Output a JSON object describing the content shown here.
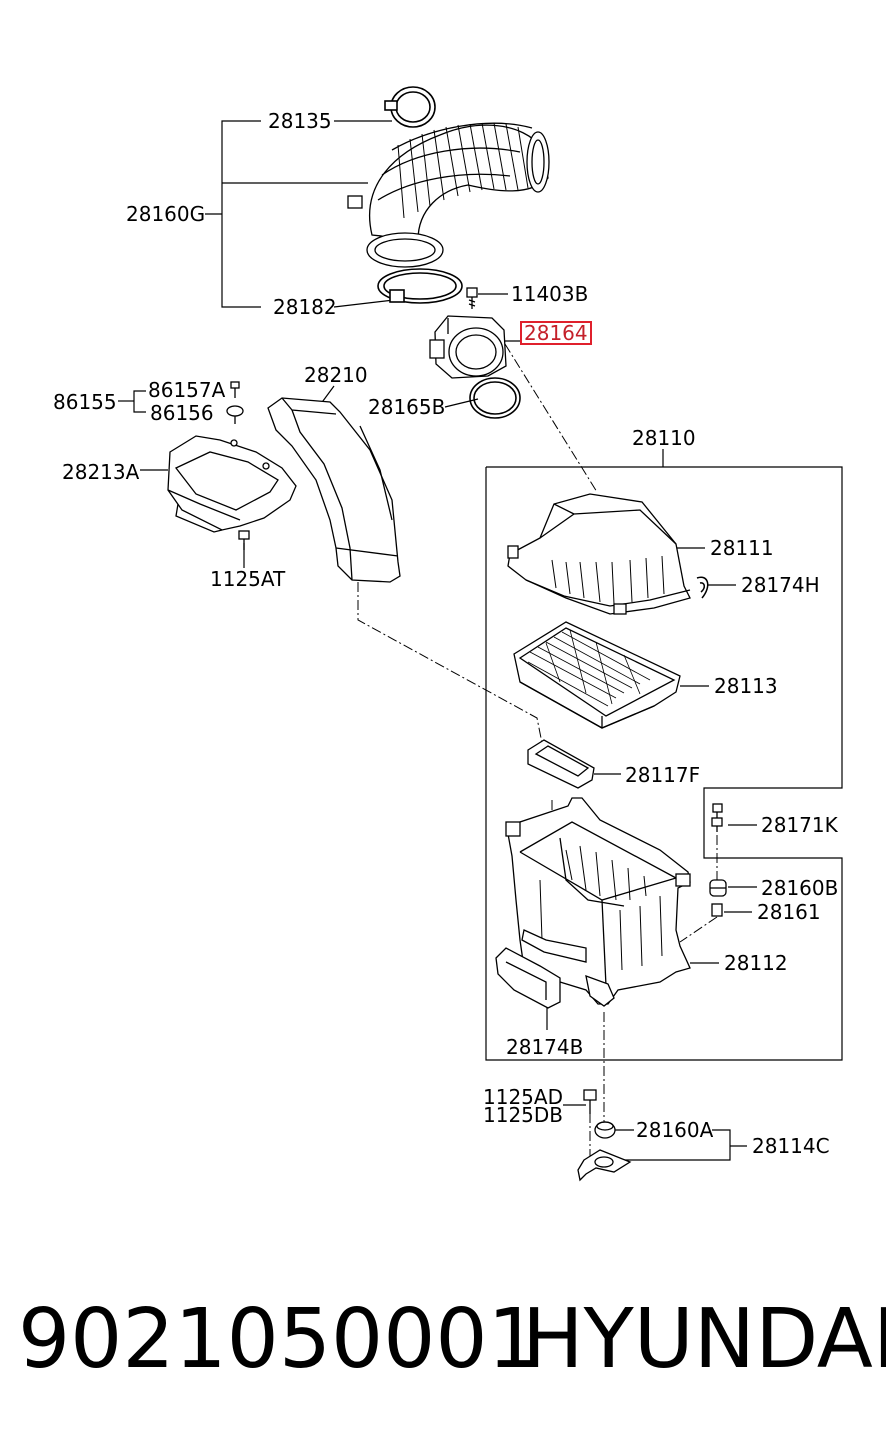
{
  "part_labels": {
    "p28135": "28135",
    "p28160G": "28160G",
    "p28182": "28182",
    "p11403B": "11403B",
    "p28164": "28164",
    "p28165B": "28165B",
    "p28210": "28210",
    "p86157A": "86157A",
    "p86155": "86155",
    "p86156": "86156",
    "p28213A": "28213A",
    "p1125AT": "1125AT",
    "p28110": "28110",
    "p28111": "28111",
    "p28174H": "28174H",
    "p28113": "28113",
    "p28117F": "28117F",
    "p28171K": "28171K",
    "p28160B": "28160B",
    "p28161": "28161",
    "p28112": "28112",
    "p28174B": "28174B",
    "p1125AD": "1125AD",
    "p1125DB": "1125DB",
    "p28160A": "28160A",
    "p28114C": "28114C"
  },
  "highlighted_part": "28164",
  "highlight_color": "#e0202c",
  "footer": {
    "part_number": "9021050001",
    "brand": "HYUNDAI"
  }
}
